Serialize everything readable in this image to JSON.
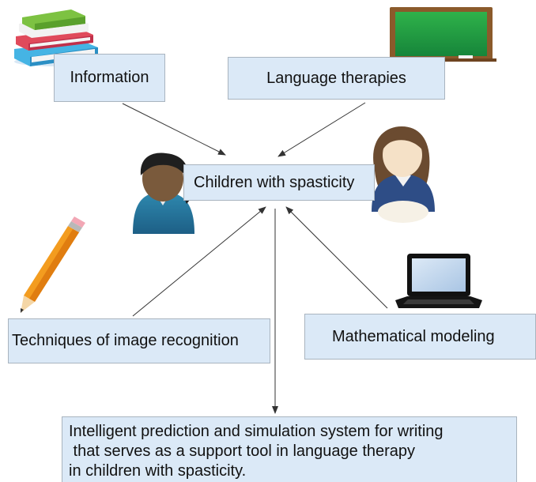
{
  "nodes": {
    "information": "Information",
    "language_therapies": "Language therapies",
    "children": "Children with spasticity",
    "techniques": "Techniques of image recognition",
    "math_modeling": "Mathematical modeling",
    "output_lines": [
      "Intelligent prediction and simulation system for writing",
      " that serves as a support tool in language therapy",
      "in children with spasticity."
    ]
  },
  "icons": [
    "books-icon",
    "chalkboard-icon",
    "boy-avatar-icon",
    "girl-avatar-icon",
    "pencil-icon",
    "laptop-icon"
  ],
  "colors": {
    "box_fill": "#dbe9f7",
    "box_border": "#a9b4bf",
    "arrow": "#333333"
  }
}
